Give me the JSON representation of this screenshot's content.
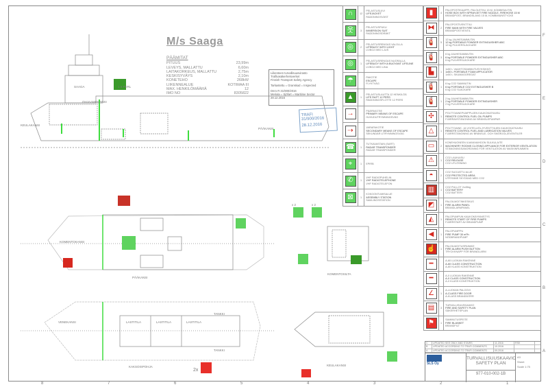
{
  "vessel": {
    "name": "M/s Saaga",
    "dims_title": "PÄÄMITAT",
    "dims": [
      [
        "PITUUS",
        "23,99m"
      ],
      [
        "LEVEYS, MALLATTU",
        "6,60m"
      ],
      [
        "LAITAKORKEUS, MALLATTU",
        "2,75m"
      ],
      [
        "KESKISYVÄYS",
        "2,10m"
      ],
      [
        "KONETEHO",
        "268kW"
      ],
      [
        "LIIKENNEALUE",
        "KOTIMAA III"
      ],
      [
        "MAX. HENKILÖMÄÄRÄ",
        "12"
      ],
      [
        "IMO NO",
        "8305822"
      ]
    ]
  },
  "certificate": {
    "lines": [
      "Liikenteen turvallisuusvirasto",
      "Trafikasäkerhetsverket",
      "Finnish Transport Safety Agency",
      "Tarkastettu = Granskad = Inspected",
      "Dnro   R 31/900/2016",
      "Meriala = Sjöfart = Maritime Sector",
      "28.12.2016"
    ]
  },
  "stamp": {
    "lines": [
      "TRAFI 31/900/2016",
      "28.12.2016"
    ]
  },
  "labels": {
    "saaga": "SAAGA",
    "deck_15": "1.5 PERL",
    "ohjaamokansi": "OHJAAMOKANSI",
    "komentokansi": "KOMENTOKANSI",
    "paakansi": "PÄÄKANSI",
    "kansi": "PÄÄKANSI",
    "keulakansi": "KEULAKANSI",
    "kaksoispohja": "KAKSOISPOHJA",
    "komentosilta": "KOMENTOSILTA",
    "venekansi": "VENEKANSI",
    "lasti1": "LASTITILA",
    "lasti2": "LASTITILA",
    "lasti3": "LASTITILA",
    "tankki1": "TANKKI",
    "tankki2": "TANKKI",
    "count2x": "2x",
    "x2a": "x 2",
    "x2b": "x 2"
  },
  "legend_left": [
    {
      "n": "12",
      "t": [
        "PELASTUSLIIVI",
        "LIFEJACKET",
        "RADDNINGSVÄST"
      ],
      "c": "#5fd35f",
      "g": "∩"
    },
    {
      "n": "3",
      "t": [
        "PELASTUSPUKU",
        "IMMERSION SUIT",
        "RADDNINGSDRÄKT"
      ],
      "c": "#5fd35f",
      "g": "웃"
    },
    {
      "n": "2",
      "t": [
        "PELASTUSRENGAS VALOLLA",
        "LIFEBUOY WITH LIGHT",
        "LIVBOJ MED LJUS"
      ],
      "c": "#5fd35f",
      "g": "◎"
    },
    {
      "n": "1",
      "t": [
        "PELASTUSRENGAS NUORALLA",
        "LIFEBUOY WITH A BUOYANT LIFELINE",
        "LIVBOJ MED LINA"
      ],
      "c": "#5fd35f",
      "g": "◎"
    },
    {
      "n": "",
      "t": [
        "PAKOTIE",
        "ESCAPE",
        "FLYKTVÄG"
      ],
      "c": "#5fd35f",
      "g": "☂"
    },
    {
      "n": "1",
      "t": [
        "PELASTUSLAUTTA 12 HENKILÖÄ",
        "LIFE RAFT 12 PERS",
        "RÄDDNINGSFLOTTE 12 PERS"
      ],
      "c": "#3a9a2a",
      "g": "▲"
    },
    {
      "n": "",
      "t": [
        "PÄÄPAKOTIE",
        "PRIMARY MEANS OF ESCAPE",
        "HUVUDUTRYMNINGSVÄG"
      ],
      "c": "#fff",
      "g": "→"
    },
    {
      "n": "",
      "t": [
        "VARAPAKOTIE",
        "SECONDARY MEANS OF ESCAPE",
        "SEKUNDÄR UTRYMNINGSVÄG"
      ],
      "c": "#fff",
      "g": "⇢"
    },
    {
      "n": "1",
      "t": [
        "TUTKAVASTAIN (SART)",
        "RADAR TRANSPONDER",
        "RADAR TRANSPONDER"
      ],
      "c": "#5fd35f",
      "g": "☎"
    },
    {
      "n": "1",
      "t": [
        "EPIRB"
      ],
      "c": "#5fd35f",
      "g": "⌖"
    },
    {
      "n": "1",
      "t": [
        "VHF RADIOPUHELIN",
        "VHF RADIOTELEPHONE",
        "VHF RADIOTELEFON"
      ],
      "c": "#5fd35f",
      "g": "✆"
    },
    {
      "n": "1",
      "t": [
        "KOKOONTUMISALUE",
        "ASSEMBLY STATION",
        "SAMLINGSSTATION"
      ],
      "c": "#5fd35f",
      "g": "⊠"
    }
  ],
  "legend_right": [
    {
      "n": "4",
      "t": [
        "PALOPOSTIKAAPPI, PALOLETKU 15 M, KOMBISUUTIN",
        "HOSE BOX WITH SPRAY/JET FIRE NOZZLE, FIREHOSE 15 M",
        "BRANDPOST, BRANDSLANG 15 M, KOMBIMUNSTYCKE"
      ],
      "c": "#e8302a",
      "g": "▮"
    },
    {
      "n": "2",
      "t": [
        "PALOPOSTIVENTTIILI",
        "FIRE MAIN WITH FIRE VALVES",
        "BRANDPOSTVENTIL"
      ],
      "c": "#fff",
      "g": "⧓"
    },
    {
      "n": "5",
      "t": [
        "12 kg JAUHESAMMUTIN",
        "12 kg PORTABLE POWDER EXTINGUISHER    ABC",
        "12 kg PULVERSLÄCKARE"
      ],
      "c": "#fff",
      "g": "🧯"
    },
    {
      "n": "3",
      "t": [
        "6 kg JAUHESAMMUTIN",
        "6 kg PORTABLE POWDER EXTINGUISHER    ABC",
        "6 kg PULVERSLÄCKARE"
      ],
      "c": "#fff",
      "g": "🧯"
    },
    {
      "n": "1",
      "t": [
        "1x50 L VAAHTOSAMMUTUSYKSIKKÖ",
        "1x50 L PORTABLE FOAM APPLICATOR",
        "1x50 L SKUMAGGREGAT"
      ],
      "c": "#fff",
      "g": "▙"
    },
    {
      "n": "1",
      "t": [
        "6 kg CO2 SAMMUTIN",
        "6 kg PORTABLE CO2 EXTINGUISHER    B",
        "6 kg CO2 SLÄCKARE"
      ],
      "c": "#fff",
      "g": "🧯"
    },
    {
      "n": "1",
      "t": [
        "2 kg JAUHESAMMUTIN",
        "2 kg PORTABLE POWDER EXTINGUISHER",
        "2 kg PULVERSLÄCKARE"
      ],
      "c": "#fff",
      "g": "🧯"
    },
    {
      "n": "1",
      "t": [
        "POLTTOAINEPUMPPUJEN KAUKOKATKAISU",
        "REMOTE CONTROL FUEL OIL PUMPS",
        "FJÄRRAVSTÄNGNING AV BRÄNSLEPUMPAR"
      ],
      "c": "#fff",
      "g": "✣"
    },
    {
      "n": "1",
      "t": [
        "POLTTOAINE- JA VOITELUÖLJYVENTTIILIEN KAUKOKATKAISU",
        "REMOTE CONTROL FUEL AND LUBRICATION VALVES",
        "FJÄRRSTÄNGNING AV BRÄNSLE- OCH SMÖRJOLJEVENTILER"
      ],
      "c": "#fff",
      "g": "△"
    },
    {
      "n": "2",
      "t": [
        "KONEHUONEEN ILMANVAIHDON SULKULAITE",
        "MACHINERY ROOMS CLOSING APPLIANCE FOR EXTERIOR VENTILATION",
        "STÄNGNINGSANORDNING FÖR VENTILATION AV MASKINRUMMEN"
      ],
      "c": "#fff",
      "g": "▭"
    },
    {
      "n": "1",
      "t": [
        "CO2 LAUKAISU",
        "CO2 RELEASE",
        "CO2 UTLÖSNING"
      ],
      "c": "#fff",
      "g": "⚠"
    },
    {
      "n": "2",
      "t": [
        "CO2 SUOJATTU ALUE",
        "CO2 PROTECTED AREA",
        "UTRYMME SKYDDAD MED CO2"
      ],
      "c": "#fff",
      "g": "◓"
    },
    {
      "n": "1",
      "t": [
        "CO2 PULLOT  2x45kg",
        "CO2 BATTERY",
        "CO2 BATTERI"
      ],
      "c": "#c83228",
      "g": "▥"
    },
    {
      "n": "1",
      "t": [
        "PALOILMOITINKESKUS",
        "FIRE ALARM PANEL",
        "BRANDLARMPANEL"
      ],
      "c": "#fff",
      "g": "◩"
    },
    {
      "n": "1",
      "t": [
        "PALOPUMPUN KAUKOKÄYNNISTYS",
        "REMOTE START OF FIRE PUMPS",
        "FJÄRRSTART AV BRANDPUMP"
      ],
      "c": "#fff",
      "g": "◭"
    },
    {
      "n": "1",
      "t": [
        "PALOPUMPPU",
        "FIRE PUMP           30 m³/h",
        "NÖDBRANDPUMP"
      ],
      "c": "#fff",
      "g": "◀"
    },
    {
      "n": "1",
      "t": [
        "PALOILMOITUSPAINIKE",
        "FIRE ALARM PUSH BUTTON",
        "TRYCKKNAPP FÖR BRANDLARM"
      ],
      "c": "#d6281f",
      "g": "☝"
    },
    {
      "n": "",
      "t": [
        "A-60 LUOKAN RAKENNE",
        "A-60 CLASS CONSTRUCTION",
        "A-60 KLASS KONSTRUKTION"
      ],
      "c": "#fff",
      "g": "━"
    },
    {
      "n": "",
      "t": [
        "A-0 LUOKAN RAKENNE",
        "A-0 CLASS CONSTRUCTION",
        "A-0 KLASS KONSTRUKTION"
      ],
      "c": "#fff",
      "g": "━"
    },
    {
      "n": "1",
      "t": [
        "A-LUOKAN PALOOVI",
        "A-CLASS FIRE DOOR",
        "A-KLASS BRANDDÖRR"
      ],
      "c": "#fff",
      "g": "∠"
    },
    {
      "n": "3",
      "t": [
        "TURVALLISUUSKAAVIO",
        "FIRE AND SAFETY PLAN",
        "SÄKERHETSPLAN"
      ],
      "c": "#fff",
      "g": "▤"
    },
    {
      "n": "1",
      "t": [
        "SAMMUTUSPEITE",
        "FIRE BLANKET",
        "BRANDFILT"
      ],
      "c": "#e8302a",
      "g": "⚑"
    }
  ],
  "title_block": {
    "revisions": [
      [
        "C",
        "UPDATED SEE ONLY AND STAIRS",
        "11.2016",
        "RSK"
      ],
      [
        "B",
        "UPDATED ACCORDING TO TRAFI COMMENTS",
        "10.2016",
        ""
      ],
      [
        "A",
        "UPDATED ACCORDING TO TRAFI COMMENTS",
        "09.2016",
        ""
      ]
    ],
    "company": "SLS Oy",
    "title_fi": "TURVALLISUUSKAAVIO",
    "title_en": "SAFETY PLAN",
    "drawing_no": "977-010-002-1B",
    "scale": "Scale 1:75",
    "sheet": "Sheet",
    "size": "A3"
  },
  "border": {
    "cols": [
      "8",
      "7",
      "6",
      "5",
      "4",
      "3",
      "2",
      "1"
    ],
    "rows": [
      "F",
      "E",
      "D",
      "C",
      "B",
      "A"
    ]
  }
}
